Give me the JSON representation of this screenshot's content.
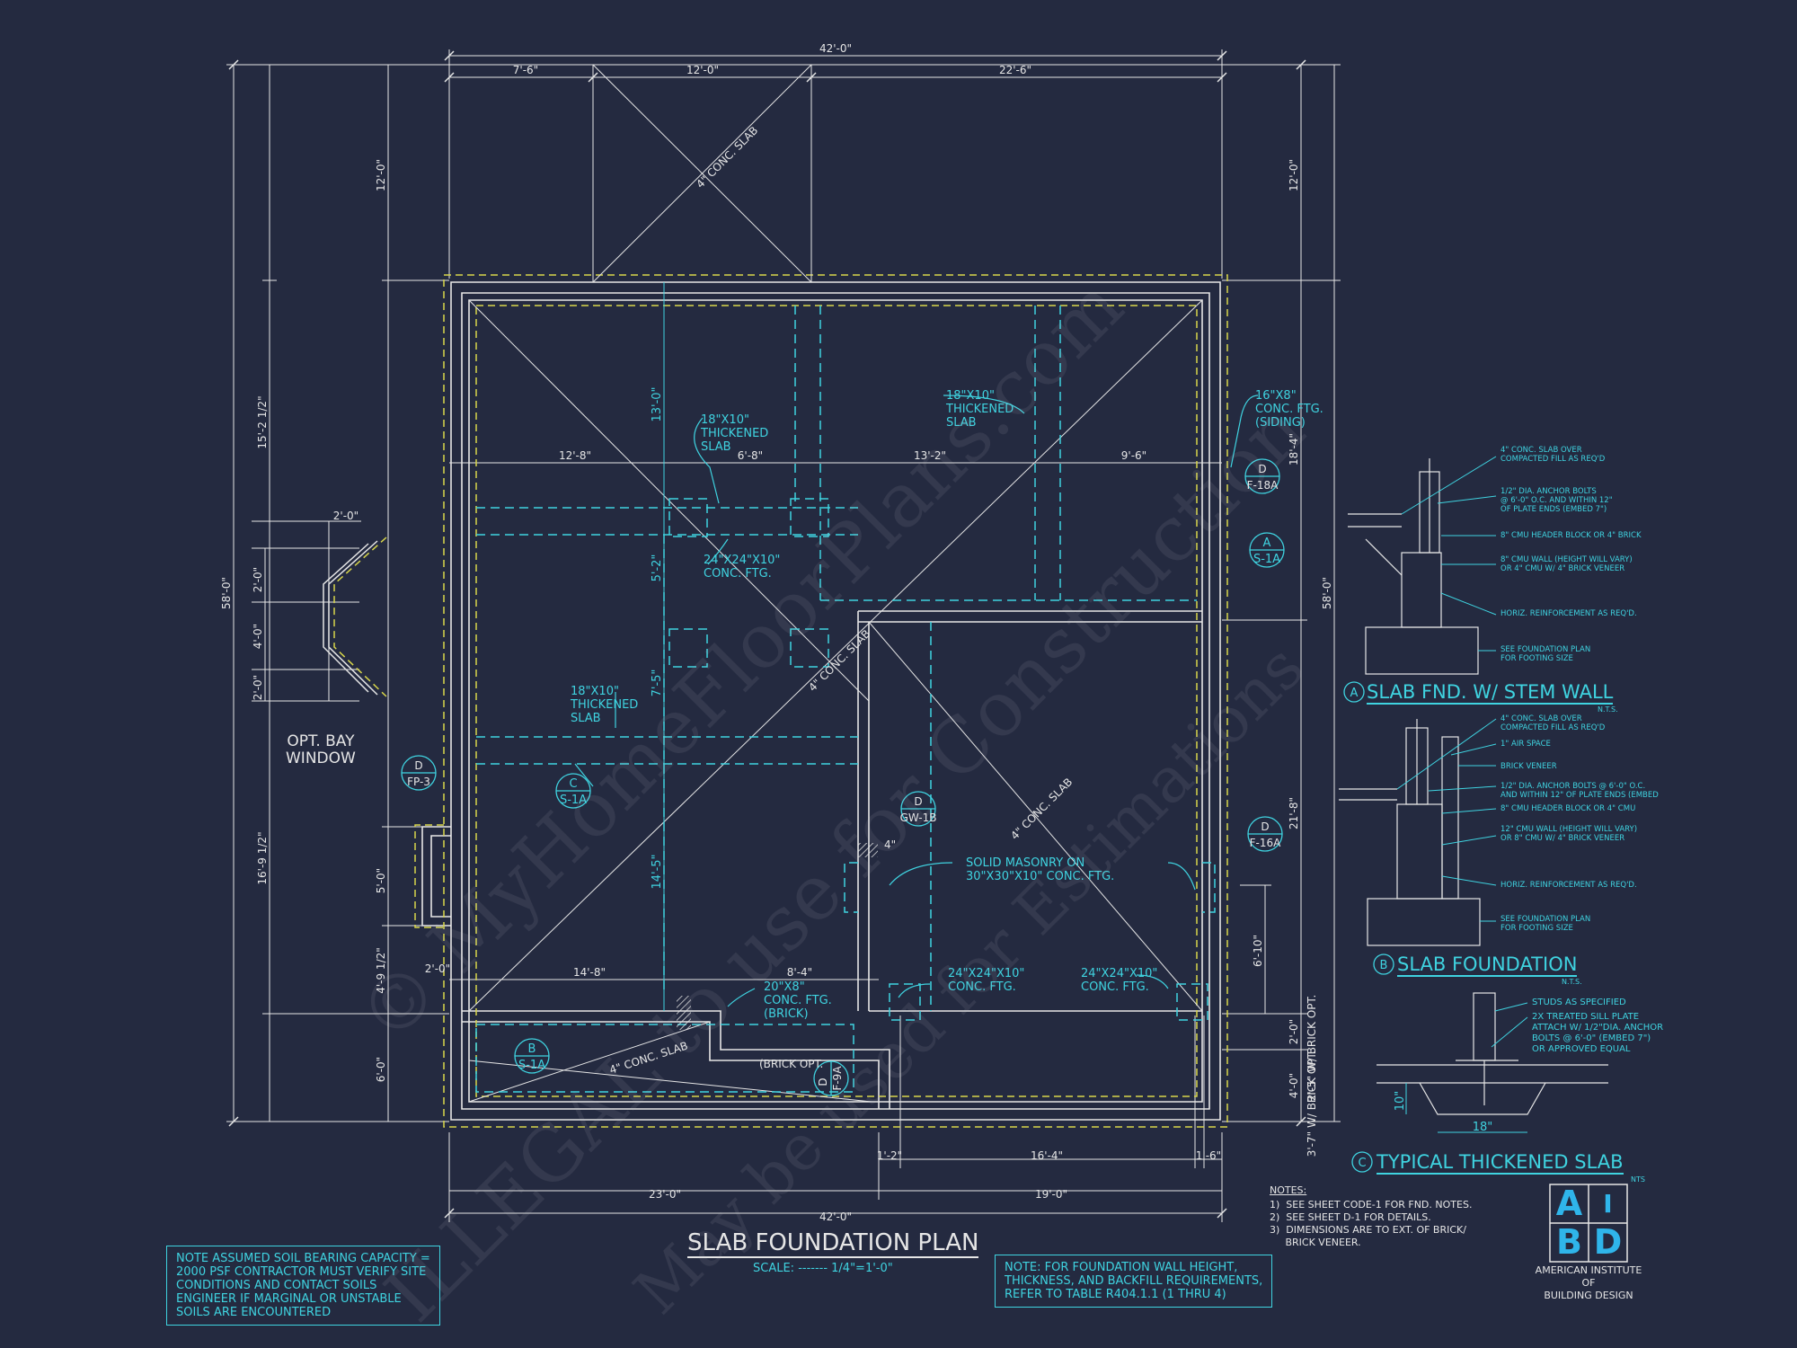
{
  "plan": {
    "title": "SLAB FOUNDATION PLAN",
    "scale": "SCALE: ------- 1/4\"=1'-0\""
  },
  "dimensions": {
    "top_overall": "42'-0\"",
    "top_seg1": "7'-6\"",
    "top_seg2": "12'-0\"",
    "top_seg3": "22'-6\"",
    "left_overall": "58'-0\"",
    "left_top": "12'-0\"",
    "left_seg1": "15'-2 1/2\"",
    "left_seg2": "16'-9 1/2\"",
    "left_seg3": "4'-9 1/2\"",
    "left_seg4": "6'-0\"",
    "right_overall": "58'-0\"",
    "right_top": "12'-0\"",
    "right_seg1": "18'-4\"",
    "right_seg2": "21'-8\"",
    "right_seg3": "2'-0\"",
    "right_seg4": "4'-0\"",
    "right_seg5": "6'-10\"",
    "bottom_overall": "42'-0\"",
    "bottom_seg1": "23'-0\"",
    "bottom_seg2": "19'-0\"",
    "bottom_inner1": "1'-2\"",
    "bottom_inner2": "16'-4\"",
    "bottom_inner3": "1'-6\"",
    "horiz_1": "12'-8\"",
    "horiz_2": "6'-8\"",
    "horiz_3": "13'-2\"",
    "horiz_4": "9'-6\"",
    "vert_1": "13'-0\"",
    "vert_2": "5'-2\"",
    "vert_3": "7'-5\"",
    "vert_4": "14'-5\"",
    "bot_h1": "14'-8\"",
    "bot_h2": "8'-4\"",
    "bot_left": "2'-0\"",
    "bay_w": "2'-0\"",
    "bay_v1": "2'-0\"",
    "bay_v2": "4'-0\"",
    "bay_v3": "2'-0\"",
    "bay_left": "5'-0\"",
    "four_in": "4\"",
    "brick_opt_1": "2'-5\" W/ BRICK OPT.",
    "brick_opt_2": "3'-7\" W/ BRICK OPT."
  },
  "labels": {
    "conc_slab_top": "4\" CONC. SLAB",
    "conc_slab_mid": "4\" CONC. SLAB",
    "conc_slab_right": "4\" CONC. SLAB",
    "conc_slab_bottom": "4\" CONC. SLAB",
    "thick_slab_1": "18\"x10\"\nTHICKENED\nSLAB",
    "thick_slab_2": "18\"x10\"\nTHICKENED\nSLAB",
    "thick_slab_3": "18\"x10\"\nTHICKENED\nSLAB",
    "conc_ftg_siding": "16\"x8\"\nCONC. FTG.\n(SIDING)",
    "conc_ftg_24_mid": "24\"x24\"x10\"\nCONC. FTG.",
    "conc_ftg_24_bl": "24\"x24\"x10\"\nCONC. FTG.",
    "conc_ftg_24_br": "24\"x24\"x10\"\nCONC. FTG.",
    "solid_masonry": "SOLID MASONRY ON\n30\"x30\"x10\" CONC. FTG.",
    "conc_ftg_brick": "20\"x8\"\nCONC. FTG.\n(BRICK)",
    "brick_opt": "(BRICK OPT.",
    "bay_window": "OPT. BAY\nWINDOW"
  },
  "callouts": [
    {
      "id": "d-f18a",
      "top": "D",
      "bottom": "F-18A"
    },
    {
      "id": "a-s1a",
      "top": "A",
      "bottom": "S-1A"
    },
    {
      "id": "d-fp3",
      "top": "D",
      "bottom": "FP-3"
    },
    {
      "id": "c-s1a",
      "top": "C",
      "bottom": "S-1A"
    },
    {
      "id": "d-gw1b",
      "top": "D",
      "bottom": "GW-1B"
    },
    {
      "id": "d-f16a",
      "top": "D",
      "bottom": "F-16A"
    },
    {
      "id": "b-s1a",
      "top": "B",
      "bottom": "S-1A"
    },
    {
      "id": "d-f9a",
      "top": "D",
      "bottom": "F-9A"
    }
  ],
  "details": {
    "a": {
      "letter": "A",
      "title": "SLAB FND. W/ STEM WALL",
      "nts": "N.T.S.",
      "notes": [
        "4\" CONC. SLAB OVER\nCOMPACTED FILL AS REQ'D",
        "1/2\" DIA. ANCHOR BOLTS\n@ 6'-0\" O.C. AND WITHIN 12\"\nOF PLATE ENDS (EMBED 7\")",
        "8\" CMU HEADER BLOCK OR 4\" BRICK",
        "8\" CMU WALL (HEIGHT WILL VARY)\nOR 4\" CMU W/ 4\" BRICK VENEER",
        "HORIZ. REINFORCEMENT AS REQ'D.",
        "SEE FOUNDATION PLAN\nFOR FOOTING SIZE"
      ]
    },
    "b": {
      "letter": "B",
      "title": "SLAB FOUNDATION",
      "nts": "N.T.S.",
      "notes": [
        "4\" CONC. SLAB OVER\nCOMPACTED FILL AS REQ'D",
        "1\" AIR SPACE",
        "BRICK VENEER",
        "1/2\" DIA. ANCHOR BOLTS @ 6'-0\" O.C.\nAND WITHIN 12\" OF PLATE ENDS (EMBED",
        "8\" CMU HEADER BLOCK OR 4\" CMU",
        "12\" CMU WALL (HEIGHT WILL VARY)\nOR 8\" CMU W/ 4\" BRICK VENEER",
        "HORIZ. REINFORCEMENT AS REQ'D.",
        "SEE FOUNDATION PLAN\nFOR FOOTING SIZE"
      ]
    },
    "c": {
      "letter": "C",
      "title": "TYPICAL THICKENED SLAB",
      "nts": "NTS",
      "notes": [
        "STUDS AS SPECIFIED",
        "2x TREATED SILL PLATE\nATTACH W/ 1/2\"DIA. ANCHOR\nBOLTS @ 6'-0\" (EMBED 7\")\nOR APPROVED EQUAL"
      ],
      "dim": "18\"",
      "dim2": "10\""
    }
  },
  "notes_block": {
    "heading": "NOTES:",
    "items": "1)  SEE SHEET CODE-1 FOR FND. NOTES.\n2)  SEE SHEET D-1 FOR DETAILS.\n3)  DIMENSIONS ARE TO EXT. OF BRICK/\n     BRICK VENEER."
  },
  "soil_note": "NOTE ASSUMED SOIL BEARING CAPACITY =\n2000 PSF CONTRACTOR MUST VERIFY SITE\nCONDITIONS AND CONTACT SOILS\nENGINEER IF MARGINAL OR UNSTABLE\nSOILS ARE ENCOUNTERED",
  "wall_note": "NOTE: FOR FOUNDATION WALL HEIGHT,\nTHICKNESS, AND BACKFILL REQUIREMENTS,\nREFER TO TABLE R404.1.1 (1 THRU 4)",
  "logo": {
    "a": "A",
    "i": "I",
    "b": "B",
    "d": "D",
    "text": "AMERICAN INSTITUTE\nOF\nBUILDING DESIGN"
  },
  "watermark": {
    "line1": "© MyHomeFloorPlans.com",
    "line2": "ILLEGAL to use for Construction",
    "line3": "May be used for Estimations"
  },
  "colors": {
    "background": "#242a40",
    "lines": "#e6e6e6",
    "cyan": "#3fd3e0",
    "yellow_dash": "#d8d64a",
    "logo_blue": "#2fb5ea"
  }
}
